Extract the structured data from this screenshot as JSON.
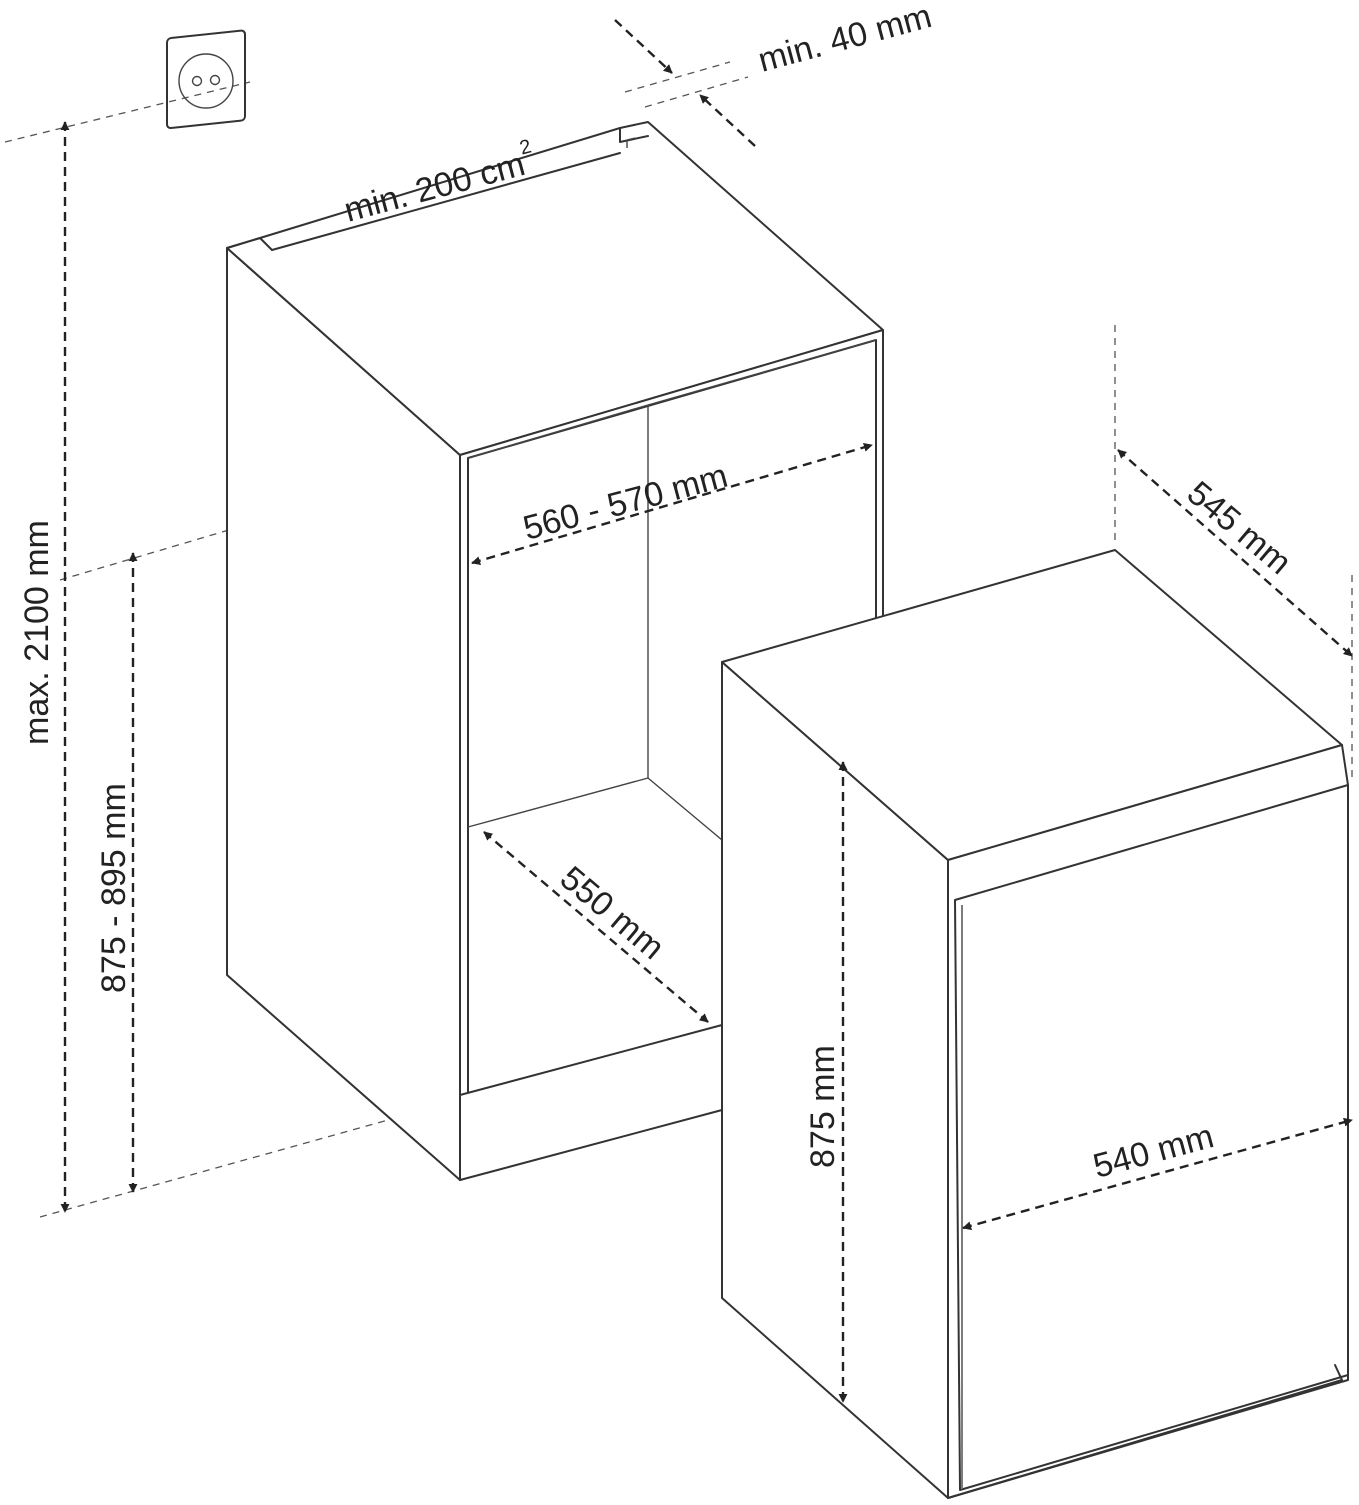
{
  "labels": {
    "ventilation_gap": "min. 40 mm",
    "ventilation_area": "min. 200 cm",
    "ventilation_area_exp": "2",
    "niche_width": "560 - 570 mm",
    "niche_depth": "550 mm",
    "niche_height": "875 - 895 mm",
    "max_height": "max. 2100 mm",
    "appliance_depth": "545 mm",
    "appliance_width": "540 mm",
    "appliance_height": "875 mm"
  },
  "icons": {
    "power_socket": "power-socket-icon"
  },
  "colors": {
    "line": "#333333",
    "text": "#222222",
    "background": "#ffffff"
  }
}
